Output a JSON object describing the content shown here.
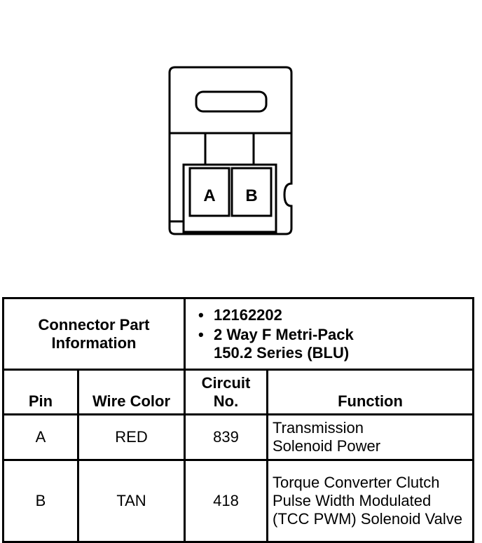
{
  "diagram": {
    "pins": [
      {
        "label": "A"
      },
      {
        "label": "B"
      }
    ]
  },
  "table": {
    "part_info_label": "Connector Part Information",
    "part_numbers": [
      "12162202",
      "2 Way F Metri-Pack 150.2 Series (BLU)"
    ],
    "headers": {
      "pin": "Pin",
      "wire_color": "Wire Color",
      "circuit": "Circuit No.",
      "function": "Function"
    },
    "rows": [
      {
        "pin": "A",
        "wire_color": "RED",
        "circuit": "839",
        "function": "Transmission Solenoid Power"
      },
      {
        "pin": "B",
        "wire_color": "TAN",
        "circuit": "418",
        "function": "Torque Converter Clutch Pulse Width Modulated (TCC PWM) Solenoid Valve"
      }
    ]
  }
}
